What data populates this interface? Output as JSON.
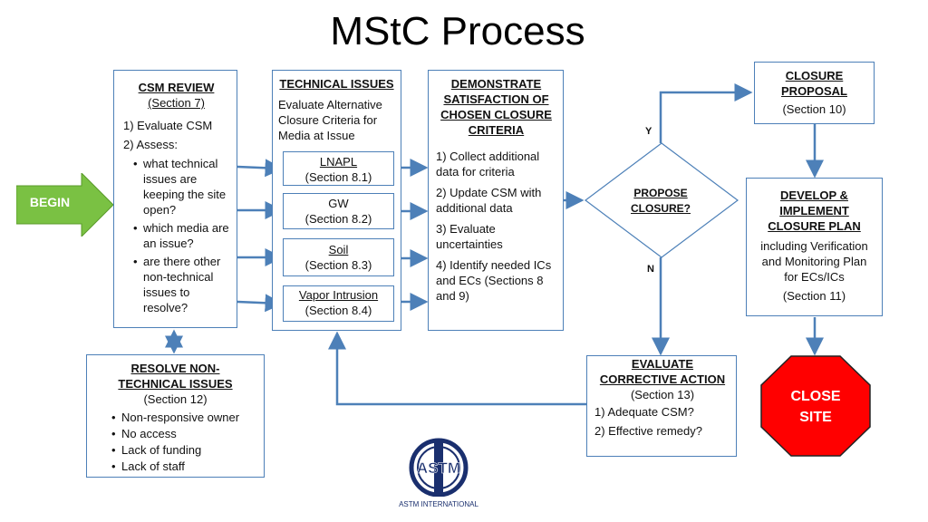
{
  "title": "MStC Process",
  "begin": "BEGIN",
  "csm_review": {
    "heading": "CSM REVIEW",
    "section": "(Section 7)",
    "step1": "1) Evaluate CSM",
    "step2": "2) Assess:",
    "bullets": [
      "what technical issues are keeping the site open?",
      "which media are an issue?",
      "are there other non-technical issues to resolve?"
    ]
  },
  "technical_issues": {
    "heading": "TECHNICAL ISSUES",
    "subtitle": "Evaluate Alternative Closure Criteria for Media at Issue",
    "items": [
      {
        "label": "LNAPL",
        "section": "(Section 8.1)"
      },
      {
        "label": "GW",
        "section": "(Section 8.2)"
      },
      {
        "label": "Soil",
        "section": "(Section 8.3)"
      },
      {
        "label": "Vapor Intrusion",
        "section": "(Section 8.4)"
      }
    ]
  },
  "demonstrate": {
    "heading": "DEMONSTRATE SATISFACTION OF CHOSEN  CLOSURE CRITERIA",
    "steps": [
      "1) Collect additional data for criteria",
      "2) Update CSM with additional data",
      "3) Evaluate uncertainties",
      "4) Identify needed ICs and ECs  (Sections 8 and 9)"
    ]
  },
  "decision": {
    "label": "PROPOSE CLOSURE?",
    "yes": "Y",
    "no": "N"
  },
  "closure_proposal": {
    "heading": "CLOSURE PROPOSAL",
    "section": "(Section 10)"
  },
  "closure_plan": {
    "heading": "DEVELOP & IMPLEMENT CLOSURE PLAN",
    "text": "including Verification and Monitoring Plan for ECs/ICs",
    "section": "(Section 11)"
  },
  "close_site": "CLOSE SITE",
  "corrective": {
    "heading": "EVALUATE CORRECTIVE ACTION",
    "section": "(Section 13)",
    "steps": [
      "1)  Adequate CSM?",
      "2)  Effective remedy?"
    ]
  },
  "non_technical": {
    "heading": "RESOLVE NON-TECHNICAL ISSUES",
    "section": "(Section 12)",
    "bullets": [
      "Non-responsive owner",
      "No access",
      "Lack of funding",
      "Lack of staff"
    ]
  },
  "logo": {
    "mark": "ASTM",
    "caption": "ASTM INTERNATIONAL"
  },
  "colors": {
    "connector": "#4d80b8",
    "begin_fill": "#7ac143",
    "stop_fill": "#ff0000"
  }
}
